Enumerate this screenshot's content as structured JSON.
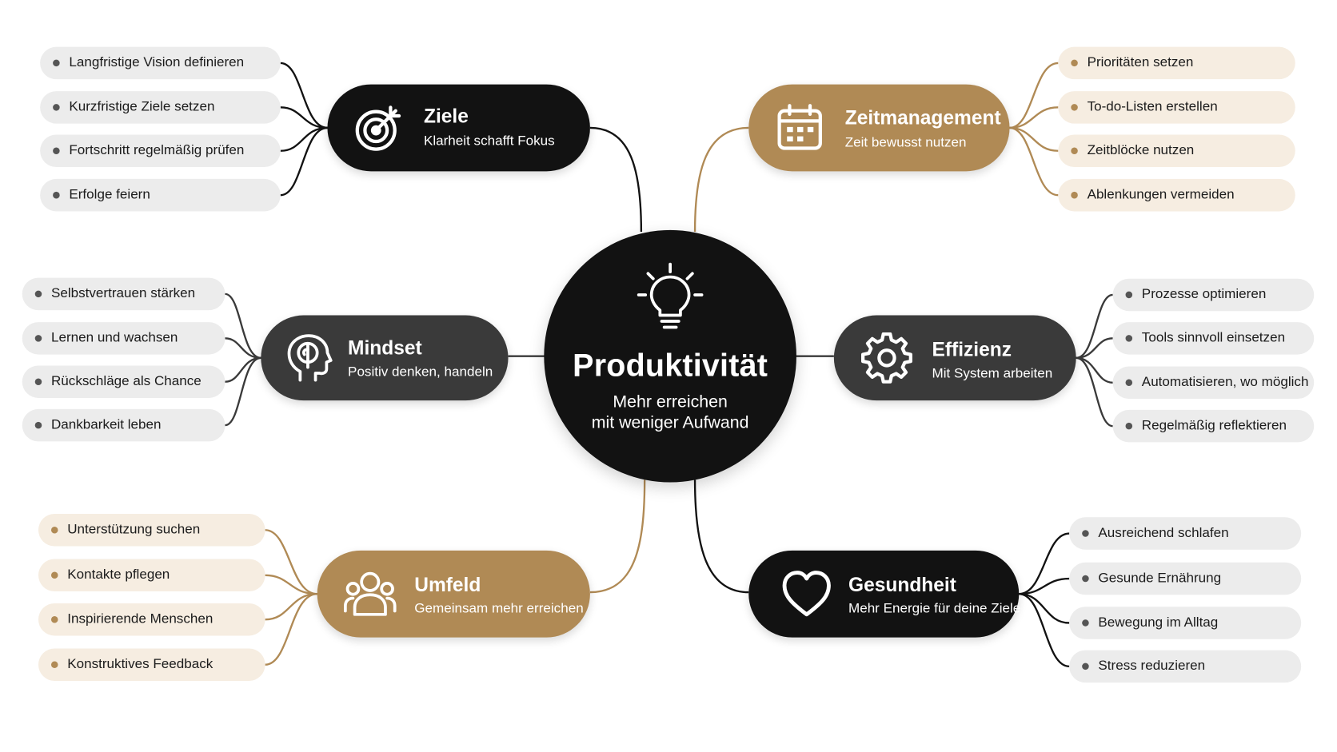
{
  "colors": {
    "dark": "#121212",
    "slate": "#3a3a3a",
    "gold": "#b08a55",
    "pill_gray": "#ececec",
    "pill_tan": "#f6ede1"
  },
  "center": {
    "icon": "lightbulb-icon",
    "title": "Produktivität",
    "subtitle_line1": "Mehr erreichen",
    "subtitle_line2": "mit weniger Aufwand"
  },
  "branches": {
    "ziele": {
      "icon": "target-icon",
      "title": "Ziele",
      "subtitle": "Klarheit schafft Fokus",
      "items": [
        "Langfristige Vision definieren",
        "Kurzfristige Ziele setzen",
        "Fortschritt regelmäßig prüfen",
        "Erfolge feiern"
      ]
    },
    "zeitmanagement": {
      "icon": "calendar-icon",
      "title": "Zeitmanagement",
      "subtitle": "Zeit bewusst nutzen",
      "items": [
        "Prioritäten setzen",
        "To-do-Listen erstellen",
        "Zeitblöcke nutzen",
        "Ablenkungen vermeiden"
      ]
    },
    "mindset": {
      "icon": "head-brain-icon",
      "title": "Mindset",
      "subtitle": "Positiv denken, handeln",
      "items": [
        "Selbstvertrauen stärken",
        "Lernen und wachsen",
        "Rückschläge als Chance",
        "Dankbarkeit leben"
      ]
    },
    "effizienz": {
      "icon": "gear-icon",
      "title": "Effizienz",
      "subtitle": "Mit System arbeiten",
      "items": [
        "Prozesse optimieren",
        "Tools sinnvoll einsetzen",
        "Automatisieren, wo möglich",
        "Regelmäßig reflektieren"
      ]
    },
    "umfeld": {
      "icon": "people-icon",
      "title": "Umfeld",
      "subtitle": "Gemeinsam mehr erreichen",
      "items": [
        "Unterstützung suchen",
        "Kontakte pflegen",
        "Inspirierende Menschen",
        "Konstruktives Feedback"
      ]
    },
    "gesundheit": {
      "icon": "heart-icon",
      "title": "Gesundheit",
      "subtitle": "Mehr Energie für deine Ziele",
      "items": [
        "Ausreichend schlafen",
        "Gesunde Ernährung",
        "Bewegung im Alltag",
        "Stress reduzieren"
      ]
    }
  }
}
